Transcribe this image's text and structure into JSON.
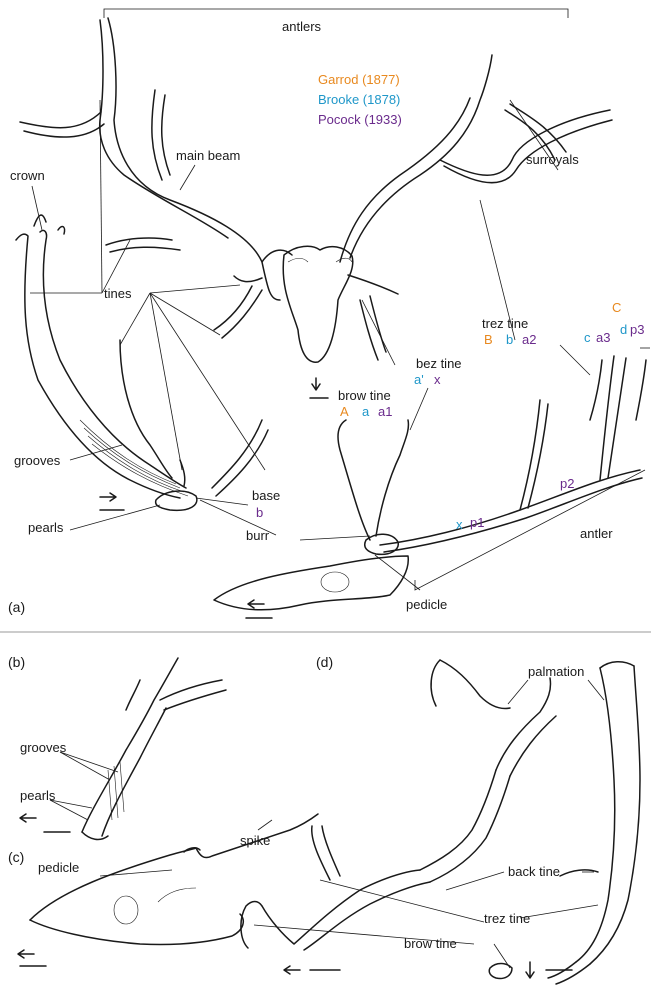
{
  "colors": {
    "garrod": "#e8891f",
    "brooke": "#1f97c9",
    "pocock": "#6a2b8c",
    "ink": "#1a1a1a"
  },
  "panels": {
    "a": "(a)",
    "b": "(b)",
    "c": "(c)",
    "d": "(d)"
  },
  "legend": {
    "garrod": "Garrod (1877)",
    "brooke": "Brooke (1878)",
    "pocock": "Pocock (1933)"
  },
  "labels_a": {
    "antlers": "antlers",
    "crown": "crown",
    "main_beam": "main beam",
    "surroyals": "surroyals",
    "tines": "tines",
    "grooves": "grooves",
    "pearls": "pearls",
    "base": "base",
    "burr": "burr",
    "antler": "antler",
    "pedicle": "pedicle",
    "trez_tine": "trez tine",
    "bez_tine": "bez tine",
    "brow_tine": "brow tine"
  },
  "codes": {
    "C": "C",
    "c": "c",
    "a3": "a3",
    "d": "d",
    "p3": "p3",
    "trez_B": "B",
    "trez_b": "b",
    "trez_a2": "a2",
    "bez_a_prime": "a'",
    "bez_x": "x",
    "brow_A": "A",
    "brow_a": "a",
    "brow_a1": "a1",
    "base_b": "b",
    "x": "x",
    "p1": "p1",
    "p2": "p2"
  },
  "labels_b": {
    "grooves": "grooves",
    "pearls": "pearls"
  },
  "labels_c": {
    "spike": "spike",
    "pedicle": "pedicle"
  },
  "labels_d": {
    "palmation": "palmation",
    "back_tine": "back tine",
    "trez_tine": "trez tine",
    "brow_tine": "brow tine"
  },
  "icons": {
    "direction_arrows": "arrow-icon",
    "scale_bars": "scale-bar-icon"
  }
}
